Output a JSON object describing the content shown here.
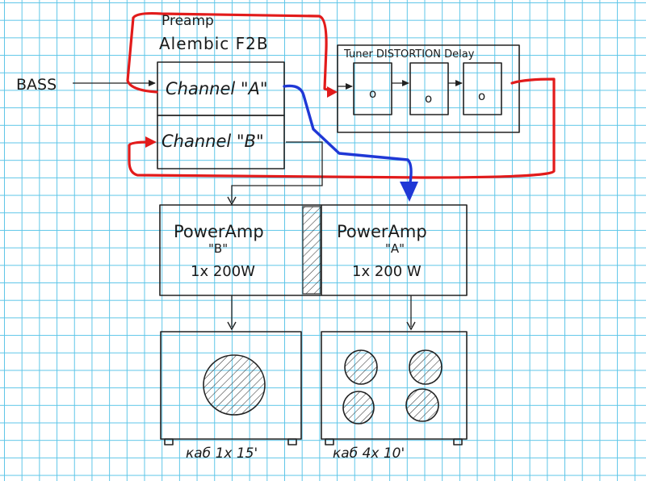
{
  "colors": {
    "grid": "#5ec6e8",
    "ink": "#222222",
    "red_cable": "#e21b1b",
    "blue_cable": "#1f38d6",
    "paper": "#ffffff"
  },
  "input": {
    "label": "BASS"
  },
  "preamp": {
    "line1": "Preamp",
    "line2": "Alembic F2B",
    "channel_a": "Channel \"A\"",
    "channel_b": "Channel \"B\""
  },
  "effects": {
    "title": "Tuner DISTORTION Delay",
    "pedals": [
      {
        "knob": "o"
      },
      {
        "knob": "o"
      },
      {
        "knob": "o"
      }
    ]
  },
  "power_amp_b": {
    "line1": "PowerAmp",
    "line2": "\"B\"",
    "line3": "1x 200W"
  },
  "power_amp_a": {
    "line1": "PowerAmp",
    "line2": "\"A\"",
    "line3": "1x 200 W"
  },
  "cab_left": {
    "label": "каб  1x 15'"
  },
  "cab_right": {
    "label": "каб  4x 10'"
  }
}
